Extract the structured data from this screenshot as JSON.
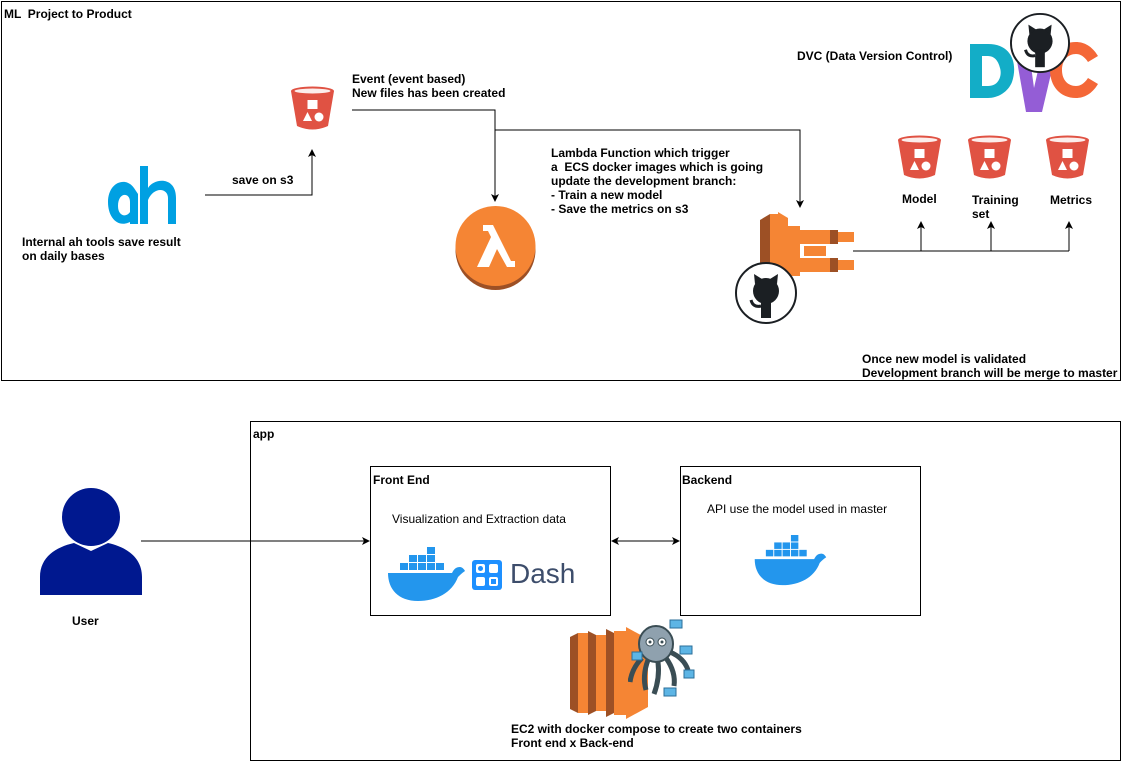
{
  "ml_section": {
    "title": "ML  Project to Product",
    "source_label": "Internal ah tools save result\non daily bases",
    "save_label": "save on s3",
    "event_label": "Event (event based)\nNew files has been created",
    "lambda_label": "Lambda Function which trigger\na  ECS docker images which is going\nupdate the development branch:\n- Train a new model\n- Save the metrics on s3",
    "dvc_label": "DVC (Data Version Control)",
    "dvc_logo_text": "DVC",
    "buckets": [
      {
        "label": "Model"
      },
      {
        "label": "Training\nset"
      },
      {
        "label": "Metrics"
      }
    ],
    "merge_note": "Once new model is validated\nDevelopment branch will be merge to master"
  },
  "app_section": {
    "title": "app",
    "user_label": "User",
    "frontend": {
      "title": "Front End",
      "description": "Visualization and Extraction data",
      "dash_text": "Dash"
    },
    "backend": {
      "title": "Backend",
      "description": "API use the model used in master"
    },
    "ec2_label": "EC2 with docker compose to create two containers\nFront end x Back-end"
  },
  "colors": {
    "s3_red": "#E05243",
    "aws_orange": "#F58534",
    "lambda_orange": "#F58534",
    "ah_blue": "#00A0E2",
    "docker_blue": "#2396ED",
    "user_navy": "#00188F",
    "dvc_blue": "#13ADC7",
    "dvc_purple": "#945DD6",
    "dvc_orange": "#F46737",
    "github_dark": "#1B1F23",
    "dash_blue": "#3D4D6B"
  }
}
